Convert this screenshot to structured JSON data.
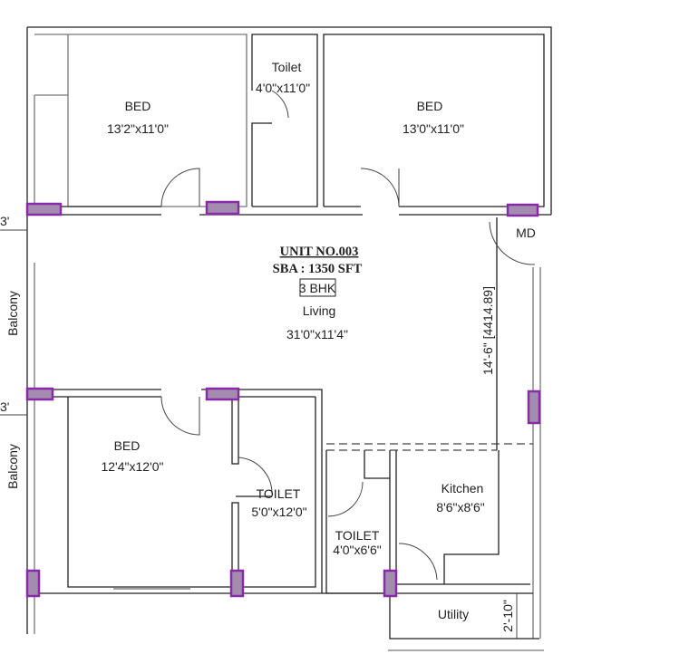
{
  "plan": {
    "unit_no": "UNIT NO.003",
    "sba": "SBA : 1350 SFT",
    "type": "3 BHK",
    "rooms": {
      "bed1": {
        "label": "BED",
        "size": "13'2\"x11'0\""
      },
      "toilet1": {
        "label": "Toilet",
        "size": "4'0\"x11'0\""
      },
      "bed2": {
        "label": "BED",
        "size": "13'0\"x11'0\""
      },
      "main_door": {
        "label": "MD"
      },
      "living": {
        "label": "Living",
        "size": "31'0\"x11'4\""
      },
      "bed3": {
        "label": "BED",
        "size": "12'4\"x12'0\""
      },
      "toilet2": {
        "label": "TOILET",
        "size": "5'0\"x12'0\""
      },
      "toilet3": {
        "label": "TOILET",
        "size": "4'0\"x6'6\""
      },
      "kitchen": {
        "label": "Kitchen",
        "size": "8'6\"x8'6\""
      },
      "utility": {
        "label": "Utility"
      },
      "balcony1": {
        "label": "Balcony"
      },
      "balcony2": {
        "label": "Balcony"
      }
    },
    "dimensions": {
      "living_height": "14'-6\" [4414.89]",
      "utility_depth": "2'-10\"",
      "balcony1_width": "3'",
      "balcony2_width": "3'"
    },
    "colors": {
      "marker_fill": "#a38cb0",
      "marker_stroke": "#8a2aa8"
    }
  }
}
